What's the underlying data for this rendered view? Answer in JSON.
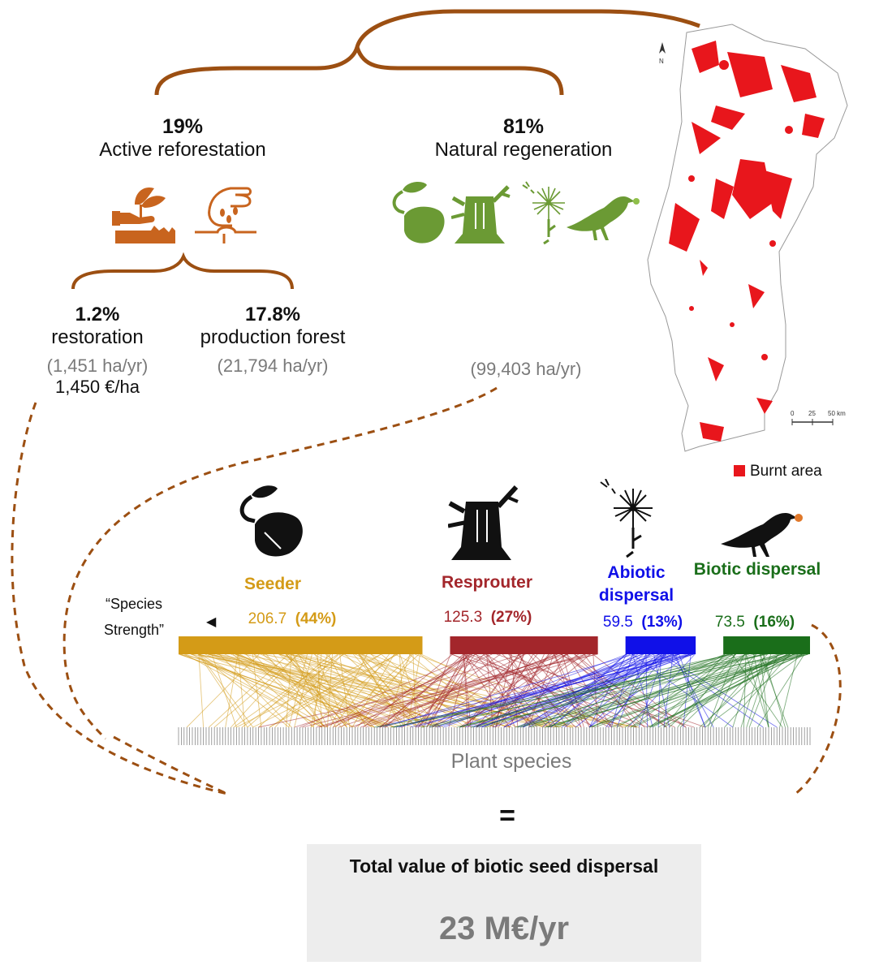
{
  "top": {
    "active": {
      "percent": "19%",
      "label": "Active reforestation"
    },
    "natural": {
      "percent": "81%",
      "label": "Natural regeneration",
      "area": "(99,403 ha/yr)"
    }
  },
  "active_split": {
    "restoration": {
      "percent": "1.2%",
      "label": "restoration",
      "area": "(1,451 ha/yr)",
      "cost": "1,450 €/ha"
    },
    "production": {
      "percent": "17.8%",
      "label": "production forest",
      "area": "(21,794 ha/yr)"
    }
  },
  "map": {
    "legend_label": "Burnt area",
    "north_label": "N",
    "scale_labels": [
      "0",
      "25",
      "50 km"
    ],
    "burnt_color": "#e8161c"
  },
  "network": {
    "species_strength_label": [
      "“Species",
      "Strength”"
    ],
    "groups": [
      {
        "name": "Seeder",
        "name_lines": [
          "Seeder"
        ],
        "value": "206.7",
        "share": "(44%)",
        "strength": 206.7,
        "color": "#d49b17"
      },
      {
        "name": "Resprouter",
        "name_lines": [
          "Resprouter"
        ],
        "value": "125.3",
        "share": "(27%)",
        "strength": 125.3,
        "color": "#a3262b"
      },
      {
        "name": "Abiotic dispersal",
        "name_lines": [
          "Abiotic",
          "dispersal"
        ],
        "value": "59.5",
        "share": "(13%)",
        "strength": 59.5,
        "color": "#1010e8"
      },
      {
        "name": "Biotic dispersal",
        "name_lines": [
          "Biotic dispersal"
        ],
        "value": "73.5",
        "share": "(16%)",
        "strength": 73.5,
        "color": "#1a6e1a"
      }
    ],
    "plant_species_label": "Plant species"
  },
  "result": {
    "equals": "=",
    "title": "Total value of biotic seed dispersal",
    "value": "23 M€/yr"
  },
  "colors": {
    "brown": "#9c4f12",
    "orange_icon": "#c8641e",
    "green_icon": "#6b9a34",
    "gray_text": "#7a7a7a",
    "box_bg": "#ededed"
  },
  "icons": [
    "planting-hand-icon",
    "sowing-hand-icon",
    "seedling-seed-icon",
    "resprouting-stump-icon",
    "dandelion-seed-icon",
    "bird-with-berry-icon"
  ]
}
